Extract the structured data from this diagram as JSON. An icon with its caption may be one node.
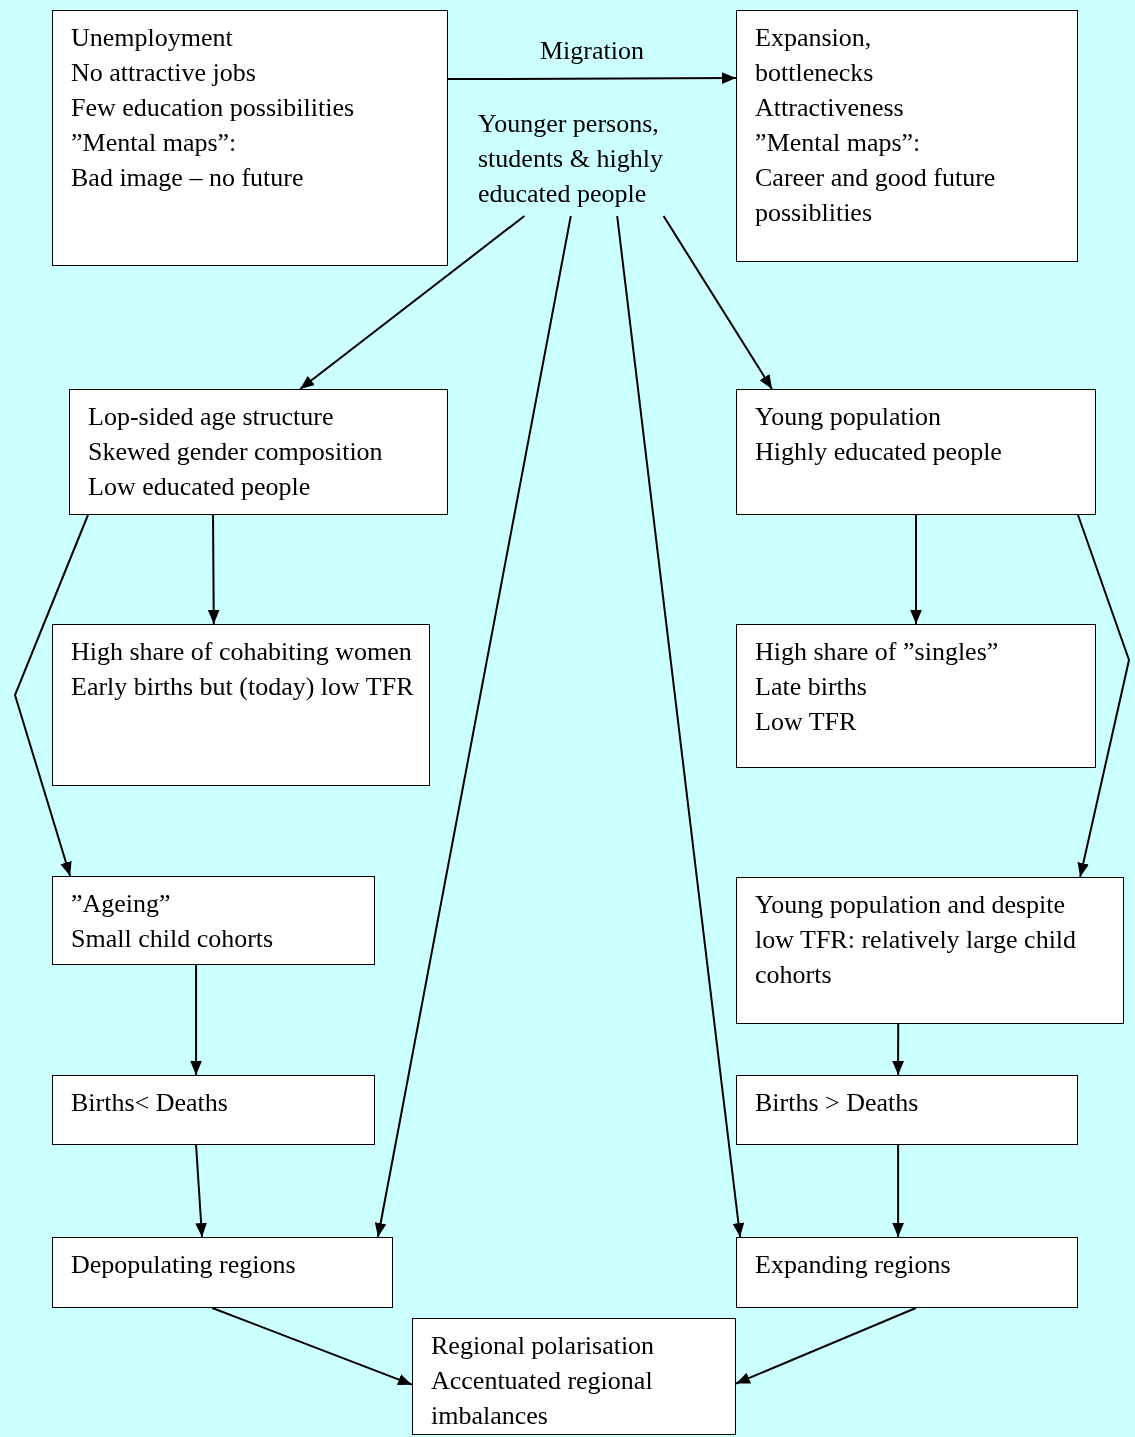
{
  "diagram": {
    "nodes": [
      {
        "text": [
          "Unemployment",
          "No attractive jobs",
          "Few education possibilities",
          "”Mental maps”:",
          "Bad image – no future"
        ]
      },
      {
        "text": [
          "Younger persons, students & highly educated people"
        ]
      },
      {
        "text": [
          "Expansion,",
          "bottlenecks",
          "Attractiveness",
          "”Mental maps”:",
          "Career and good future possiblities"
        ]
      },
      {
        "text": [
          "Lop-sided age structure",
          "Skewed gender composition",
          "Low educated people"
        ]
      },
      {
        "text": [
          "Young population",
          "Highly educated people"
        ]
      },
      {
        "text": [
          "High share of cohabiting women",
          "Early births but (today) low TFR"
        ]
      },
      {
        "text": [
          "High share of  ”singles”",
          "Late births",
          "Low TFR"
        ]
      },
      {
        "text": [
          "”Ageing”",
          "Small child cohorts"
        ]
      },
      {
        "text": [
          "Young population and despite low TFR: relatively large child cohorts"
        ]
      },
      {
        "text": [
          "Births< Deaths"
        ]
      },
      {
        "text": [
          "Births > Deaths"
        ]
      },
      {
        "text": [
          "Depopulating regions"
        ]
      },
      {
        "text": [
          "Expanding regions"
        ]
      },
      {
        "text": [
          "Regional polarisation",
          "Accentuated regional imbalances"
        ]
      }
    ],
    "edges": [
      {
        "from": 0,
        "to": 2,
        "arrow": "to",
        "label": "Migration"
      },
      {
        "from": 1,
        "to": 3,
        "arrow": "to"
      },
      {
        "from": 1,
        "to": 4,
        "arrow": "to"
      },
      {
        "from": 1,
        "to": 11,
        "arrow": "to"
      },
      {
        "from": 1,
        "to": 12,
        "arrow": "to"
      },
      {
        "from": 3,
        "to": 5,
        "arrow": "to"
      },
      {
        "from": 3,
        "to": 7,
        "arrow": "to"
      },
      {
        "from": 4,
        "to": 6,
        "arrow": "to"
      },
      {
        "from": 4,
        "to": 8,
        "arrow": "to"
      },
      {
        "from": 7,
        "to": 9,
        "arrow": "to"
      },
      {
        "from": 8,
        "to": 10,
        "arrow": "to"
      },
      {
        "from": 9,
        "to": 11,
        "arrow": "to"
      },
      {
        "from": 10,
        "to": 12,
        "arrow": "to"
      },
      {
        "from": 11,
        "to": 13,
        "arrow": "to"
      },
      {
        "from": 12,
        "to": 13,
        "arrow": "to"
      }
    ]
  }
}
